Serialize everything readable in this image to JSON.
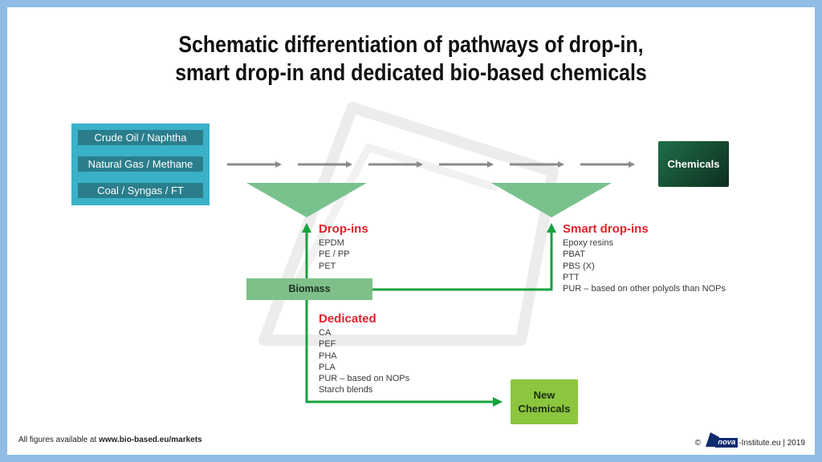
{
  "title": {
    "line1": "Schematic differentiation of pathways of drop-in,",
    "line2": "smart drop-in and dedicated bio-based chemicals"
  },
  "sources": [
    "Crude Oil / Naphtha",
    "Natural Gas / Methane",
    "Coal / Syngas / FT"
  ],
  "chemicals_label": "Chemicals",
  "biomass_label": "Biomass",
  "new_chemicals": {
    "line1": "New",
    "line2": "Chemicals"
  },
  "dropins": {
    "heading": "Drop-ins",
    "items": [
      "EPDM",
      "PE / PP",
      "PET"
    ]
  },
  "smart_dropins": {
    "heading": "Smart drop-ins",
    "items": [
      "Epoxy resins",
      "PBAT",
      "PBS (X)",
      "PTT",
      "PUR – based on other polyols than NOPs"
    ]
  },
  "dedicated": {
    "heading": "Dedicated",
    "items": [
      "CA",
      "PEF",
      "PHA",
      "PLA",
      "PUR – based on NOPs",
      "Starch blends"
    ]
  },
  "footer": {
    "prefix": "All figures available at ",
    "link": "www.bio-based.eu/markets",
    "copyright": "©",
    "badge": "nova",
    "institute": "-Institute.eu | 2019"
  },
  "colors": {
    "frame": "#8fbde4",
    "source_box": "#3ab1c8",
    "source_pill": "#2a7e8c",
    "arrow_grey": "#8a8a8a",
    "funnel": "#79c28d",
    "green_path": "#16a23f",
    "heading_red": "#e3202c",
    "chemicals_box": "#1f6f49",
    "new_chemicals_box": "#8cc63f",
    "biomass_box": "#7fbf89"
  }
}
